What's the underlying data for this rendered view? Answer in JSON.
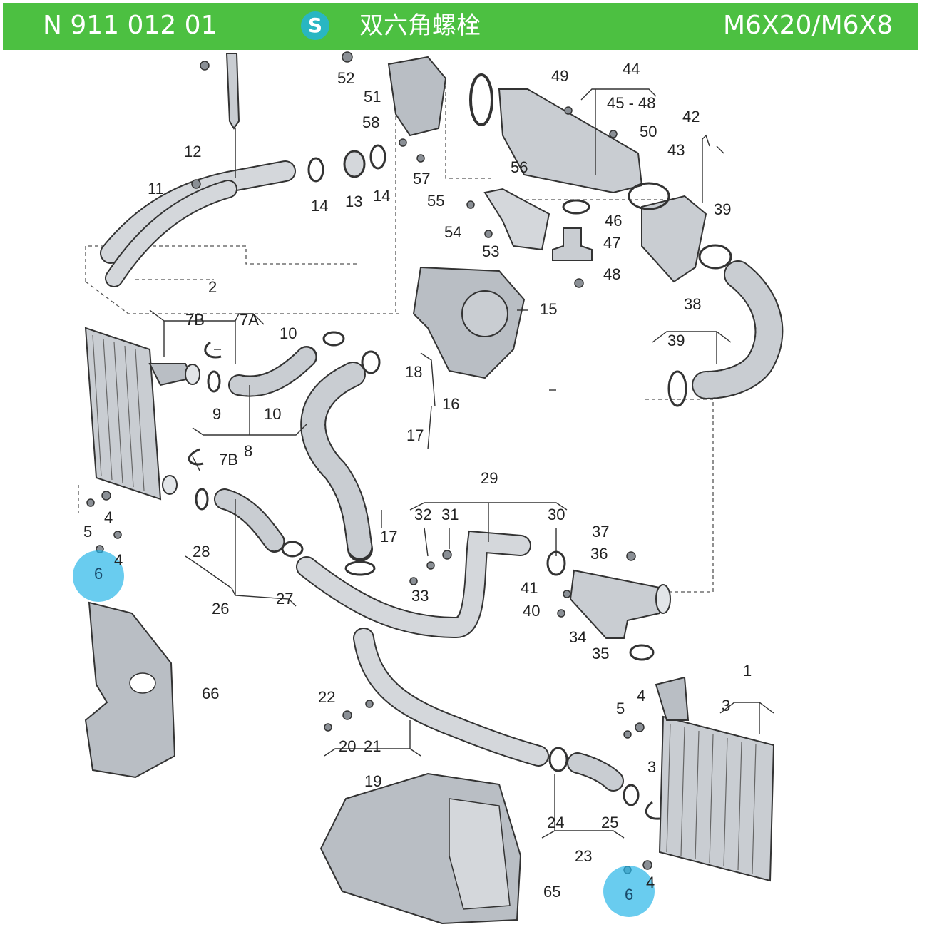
{
  "header": {
    "part_number": "N  911 012 01",
    "logo_letter": "S",
    "title_cn": "双六角螺栓",
    "size_spec": "M6X20/M6X8"
  },
  "colors": {
    "header_bg": "#4cc041",
    "highlight": "#29b6e8",
    "part_fill": "#c9cdd2",
    "line": "#333333"
  },
  "labels": {
    "l1": "1",
    "l2": "2",
    "l3a": "3",
    "l3b": "3",
    "l4a": "4",
    "l4b": "4",
    "l4c": "4",
    "l4d": "4",
    "l5a": "5",
    "l5b": "5",
    "l6a": "6",
    "l6b": "6",
    "l7a": "7A",
    "l7b": "7B",
    "l7b2": "7B",
    "l8": "8",
    "l9": "9",
    "l10a": "10",
    "l10b": "10",
    "l11": "11",
    "l12": "12",
    "l13": "13",
    "l14a": "14",
    "l14b": "14",
    "l15": "15",
    "l16": "16",
    "l17a": "17",
    "l17b": "17",
    "l18": "18",
    "l19": "19",
    "l20": "20",
    "l21": "21",
    "l22": "22",
    "l23": "23",
    "l24": "24",
    "l25": "25",
    "l26": "26",
    "l27": "27",
    "l28": "28",
    "l29": "29",
    "l30": "30",
    "l31": "31",
    "l32": "32",
    "l33": "33",
    "l34": "34",
    "l35": "35",
    "l36": "36",
    "l37": "37",
    "l38": "38",
    "l39a": "39",
    "l39b": "39",
    "l40": "40",
    "l41": "41",
    "l42": "42",
    "l43": "43",
    "l44": "44",
    "l45": "45 - 48",
    "l46": "46",
    "l47": "47",
    "l48": "48",
    "l49": "49",
    "l50": "50",
    "l51": "51",
    "l52": "52",
    "l53": "53",
    "l54": "54",
    "l55": "55",
    "l56": "56",
    "l57": "57",
    "l58": "58",
    "l65": "65",
    "l66": "66"
  }
}
